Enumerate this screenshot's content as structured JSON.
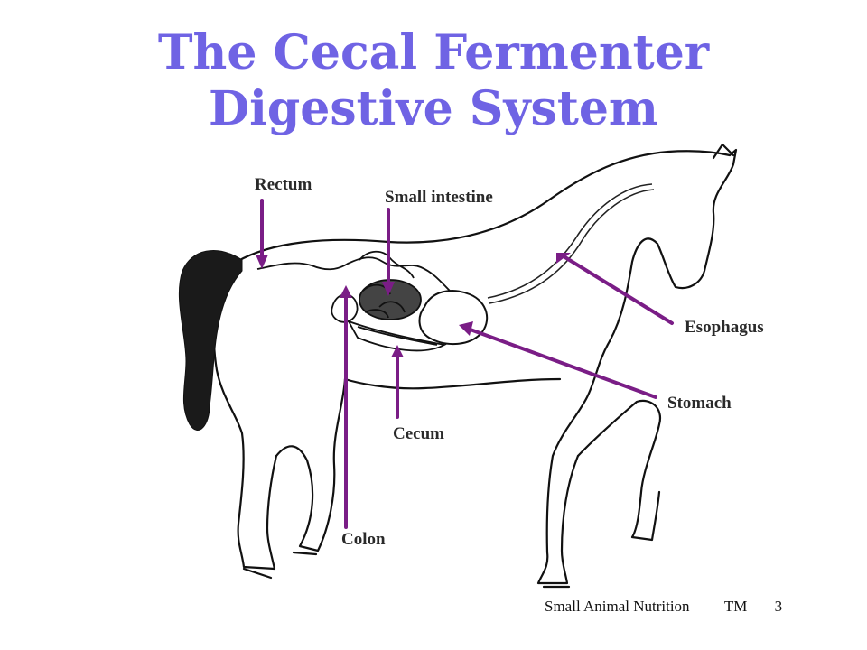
{
  "title": {
    "line1": "The Cecal Fermenter",
    "line2": "Digestive System"
  },
  "labels": {
    "rectum": "Rectum",
    "small_intestine": "Small intestine",
    "esophagus": "Esophagus",
    "stomach": "Stomach",
    "cecum": "Cecum",
    "colon": "Colon"
  },
  "footer": {
    "course": "Small Animal Nutrition",
    "code": "TM",
    "page": "3"
  },
  "colors": {
    "title": "#6f63e4",
    "pointer": "#7a1d86"
  }
}
